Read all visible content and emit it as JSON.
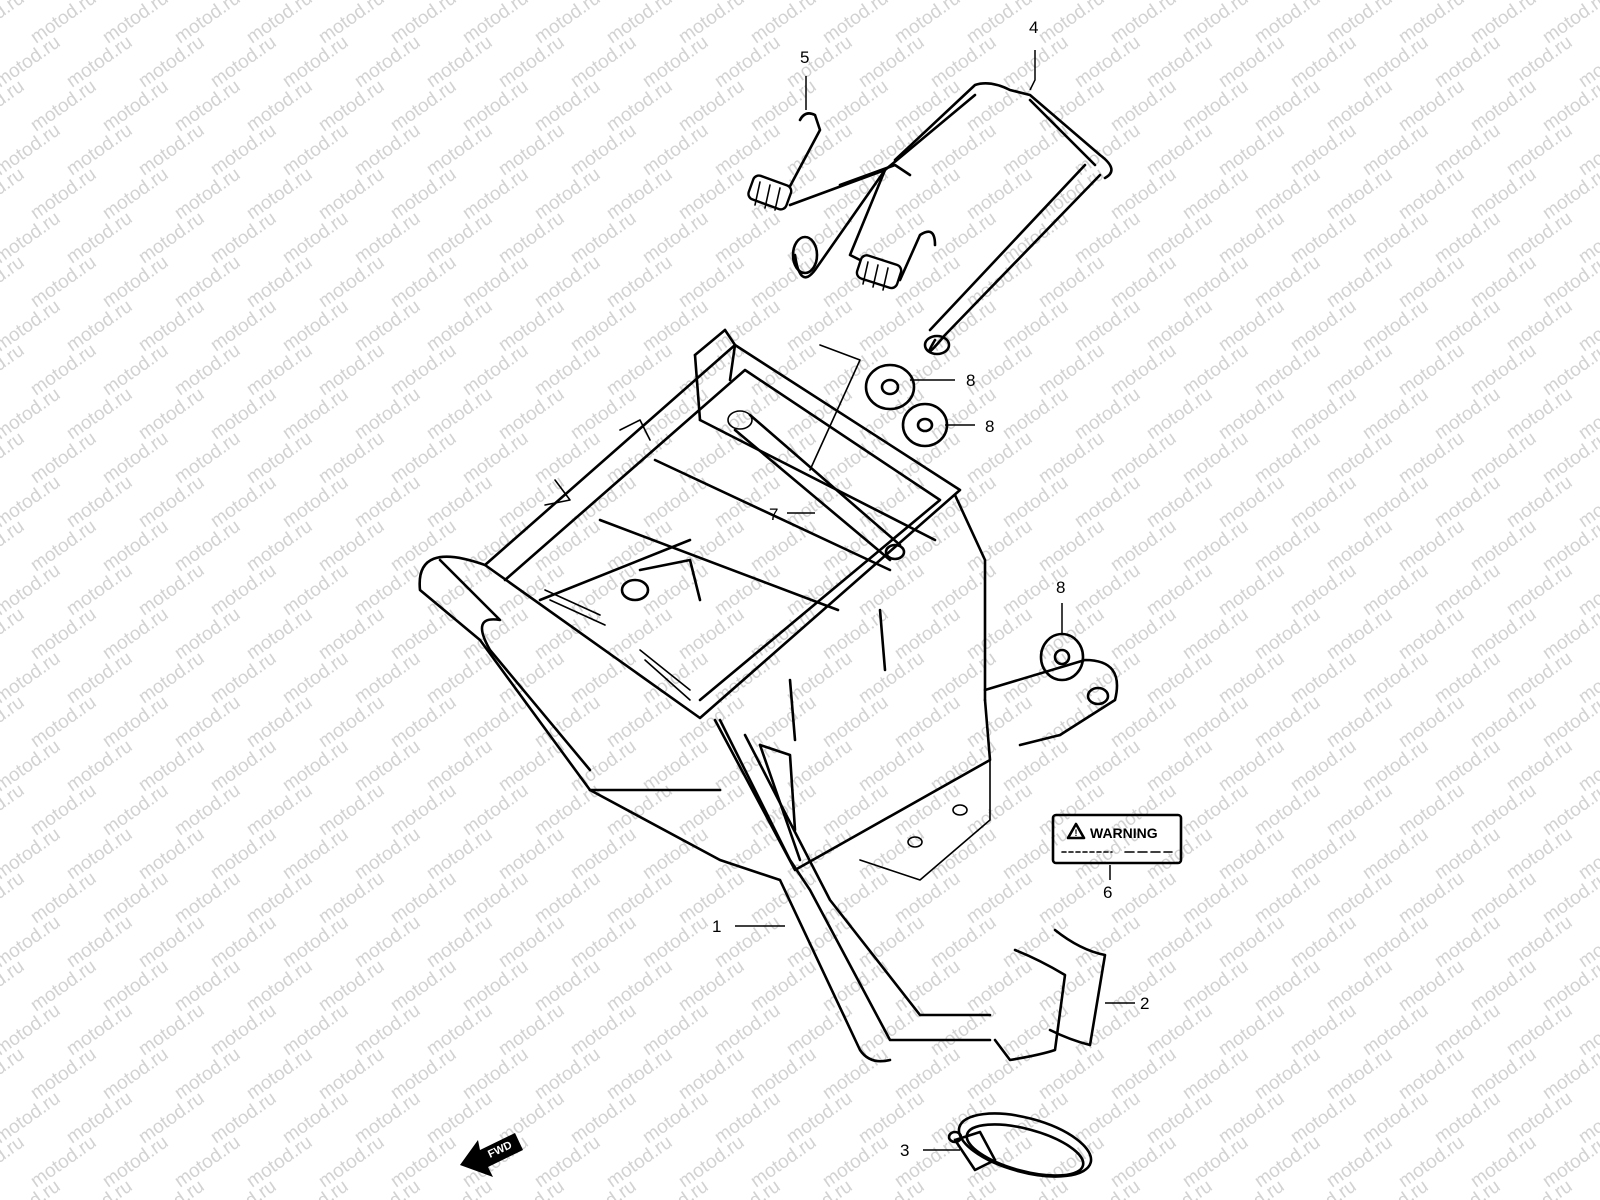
{
  "watermark": {
    "text": "motod.ru"
  },
  "callouts": [
    "1",
    "2",
    "3",
    "4",
    "5",
    "6",
    "7",
    "8",
    "8",
    "8"
  ],
  "warning_label": {
    "text": "WARNING"
  },
  "direction_marker": {
    "text": "FWD"
  },
  "colors": {
    "line": "#000000",
    "background": "#ffffff",
    "watermark": "#d2d2d2"
  }
}
